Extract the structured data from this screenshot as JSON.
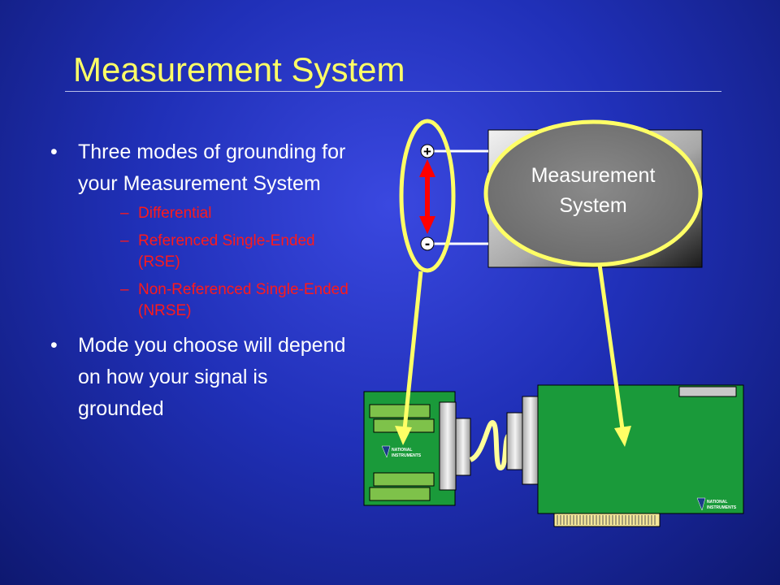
{
  "slide": {
    "title": "Measurement System"
  },
  "bullets": [
    {
      "marker": "•",
      "text": "Three modes of grounding for your Measurement System",
      "subitems": [
        {
          "marker": "–",
          "text": "Differential"
        },
        {
          "marker": "–",
          "text": "Referenced Single-Ended (RSE)"
        },
        {
          "marker": "–",
          "text": "Non-Referenced Single-Ended (NRSE)"
        }
      ]
    },
    {
      "marker": "•",
      "text": "Mode you choose will depend on how your signal is grounded"
    }
  ],
  "diagram": {
    "measurement_box": {
      "line1": "Measurement",
      "line2": "System"
    },
    "terminal_plus": "+",
    "terminal_minus": "-",
    "logo_text_small": {
      "line1": "NATIONAL",
      "line2": "INSTRUMENTS"
    },
    "logo_text_large": {
      "line1": "NATIONAL",
      "line2": "INSTRUMENTS"
    }
  },
  "colors": {
    "background": "#2030b8",
    "title": "#ffff66",
    "subitems": "#ff1a1a",
    "highlight_ellipse": "#ffff66",
    "signal_arrow": "#ff0000",
    "board": "#1a9a3a"
  }
}
